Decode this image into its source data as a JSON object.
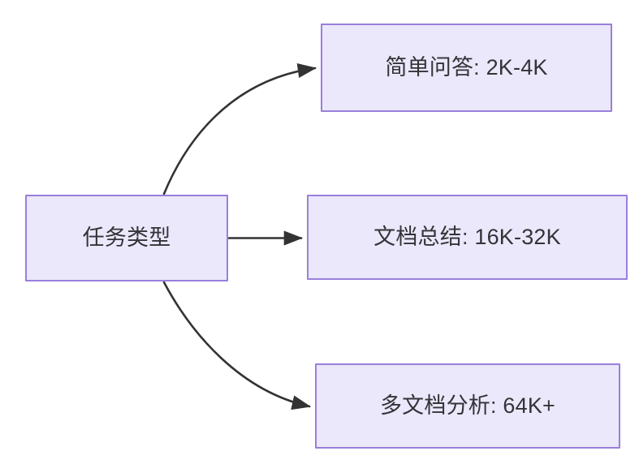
{
  "diagram": {
    "type": "flowchart",
    "direction": "left-to-right",
    "background_color": "#ffffff",
    "node_fill_color": "#eae8fa",
    "node_border_color": "#9a7fdc",
    "node_text_color": "#333338",
    "edge_color": "#333333",
    "root": {
      "id": "root",
      "label": "任务类型"
    },
    "branches": [
      {
        "id": "t0",
        "label": "简单问答: 2K-4K",
        "task": "简单问答",
        "context_range": "2K-4K",
        "edge_style": "curved"
      },
      {
        "id": "t1",
        "label": "文档总结: 16K-32K",
        "task": "文档总结",
        "context_range": "16K-32K",
        "edge_style": "straight"
      },
      {
        "id": "t2",
        "label": "多文档分析: 64K+",
        "task": "多文档分析",
        "context_range": "64K+",
        "edge_style": "curved"
      }
    ]
  }
}
